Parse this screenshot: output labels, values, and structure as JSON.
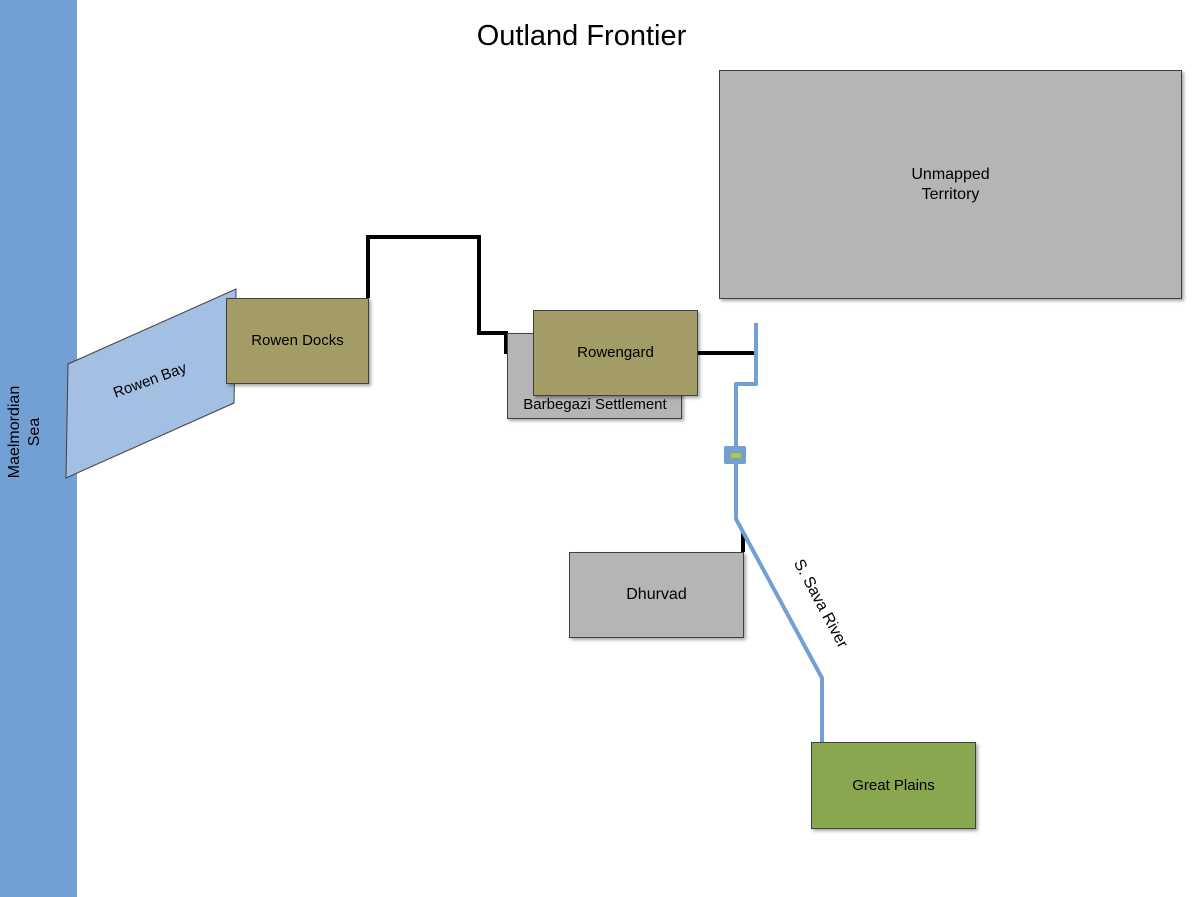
{
  "title": "Outland Frontier",
  "regions": {
    "sea": {
      "label": "Maelmordian\nSea",
      "color": "#729fd4"
    },
    "bay": {
      "label": "Rowen Bay",
      "color": "#a3bfe4"
    },
    "rowen_docks": {
      "label": "Rowen Docks",
      "color": "#a39c66"
    },
    "rowengard": {
      "label": "Rowengard",
      "color": "#a39c66"
    },
    "barbegazi": {
      "label": "Barbegazi Settlement",
      "color": "#b5b5b5"
    },
    "unmapped": {
      "label": "Unmapped\nTerritory",
      "color": "#b5b5b5"
    },
    "dhurvad": {
      "label": "Dhurvad",
      "color": "#b5b5b5"
    },
    "great_plains": {
      "label": "Great Plains",
      "color": "#89a74e"
    }
  },
  "river": {
    "label": "S. Sava River",
    "color": "#729fd4"
  },
  "road": {
    "color": "#000000"
  },
  "icons": {
    "bridge": "bridge-marker-icon"
  }
}
